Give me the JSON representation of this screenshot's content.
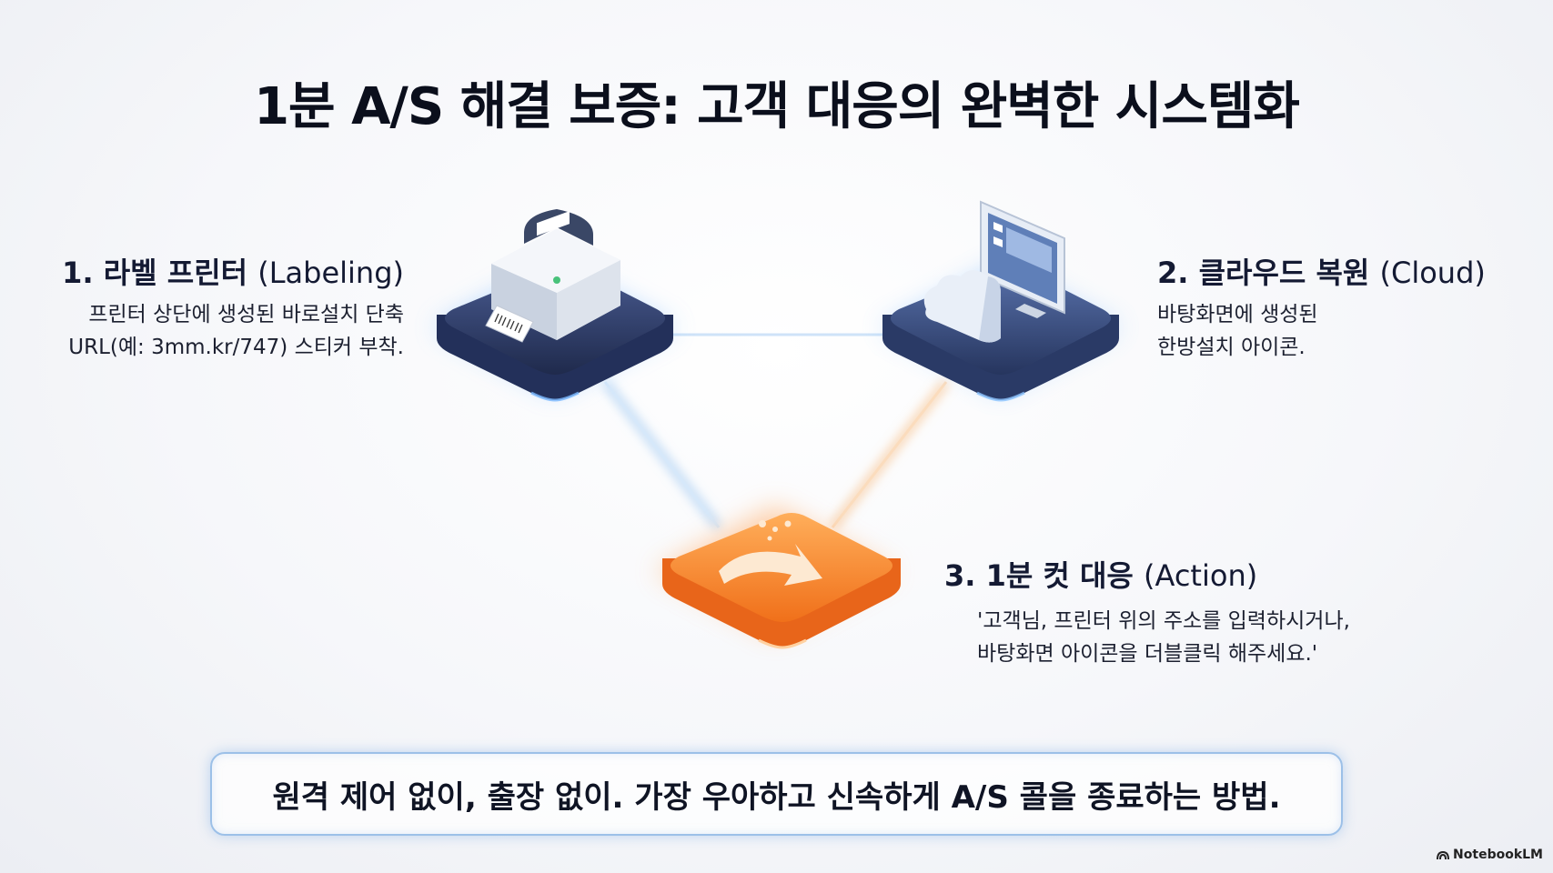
{
  "title": "1분 A/S 해결 보증: 고객 대응의 완벽한 시스템화",
  "steps": [
    {
      "heading": "1. 라벨 프린터",
      "heading_en": "(Labeling)",
      "desc_lines": [
        "프린터 상단에 생성된 바로설치 단축",
        "URL(예: 3mm.kr/747) 스티커 부착."
      ],
      "icon": "label-printer-icon",
      "tile_color": "#2c3a63"
    },
    {
      "heading": "2. 클라우드 복원",
      "heading_en": "(Cloud)",
      "desc_lines": [
        "바탕화면에 생성된",
        "한방설치 아이콘."
      ],
      "icon": "cloud-monitor-icon",
      "tile_color": "#32477a"
    },
    {
      "heading": "3. 1분 컷 대응",
      "heading_en": "(Action)",
      "desc_lines": [
        "'고객님, 프린터 위의 주소를 입력하시거나,",
        "바탕화면 아이콘을 더블클릭 해주세요.'"
      ],
      "icon": "curved-arrow-icon",
      "tile_color": "#f5862a"
    }
  ],
  "footer": "원격 제어 없이, 출장 없이. 가장 우아하고 신속하게 A/S 콜을 종료하는 방법.",
  "brand": "NotebookLM",
  "colors": {
    "accent_blue": "#6aa8f0",
    "accent_orange": "#f5862a",
    "tile_dark": "#2c3a63"
  }
}
